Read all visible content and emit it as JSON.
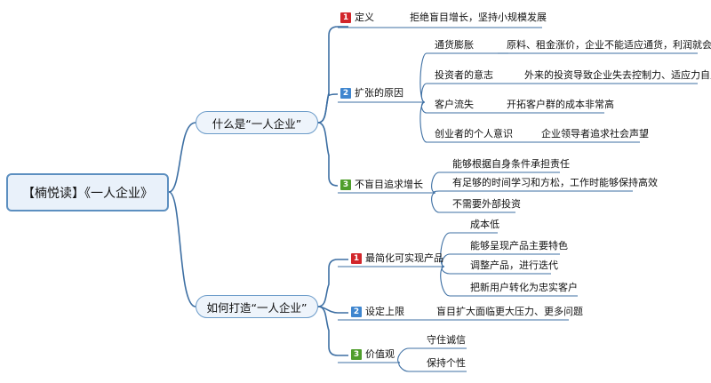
{
  "root": "【楠悦读】《一人企业》",
  "topic1": {
    "label": "什么是“一人企业”",
    "b1": {
      "num": "1",
      "label": "定义",
      "item": "拒绝盲目增长，坚持小规模发展"
    },
    "b2": {
      "num": "2",
      "label": "扩张的原因",
      "items": [
        {
          "label": "通货膨胀",
          "detail": "原料、租金涨价，企业不能适应通货，利润就会受损"
        },
        {
          "label": "投资者的意志",
          "detail": "外来的投资导致企业失去控制力、适应力自主性"
        },
        {
          "label": "客户流失",
          "detail": "开拓客户群的成本非常高"
        },
        {
          "label": "创业者的个人意识",
          "detail": "企业领导者追求社会声望"
        }
      ]
    },
    "b3": {
      "num": "3",
      "label": "不盲目追求增长",
      "items": [
        "能够根据自身条件承担责任",
        "有足够的时间学习和方松，工作时能够保持高效",
        "不需要外部投资"
      ]
    }
  },
  "topic2": {
    "label": "如何打造“一人企业”",
    "b1": {
      "num": "1",
      "label": "最简化可实现产品",
      "items": [
        "成本低",
        "能够呈现产品主要特色",
        "调整产品，进行迭代",
        "把新用户转化为忠实客户"
      ]
    },
    "b2": {
      "num": "2",
      "label": "设定上限",
      "item": "盲目扩大面临更大压力、更多问题"
    },
    "b3": {
      "num": "3",
      "label": "价值观",
      "items": [
        "守住诚信",
        "保持个性"
      ]
    }
  }
}
